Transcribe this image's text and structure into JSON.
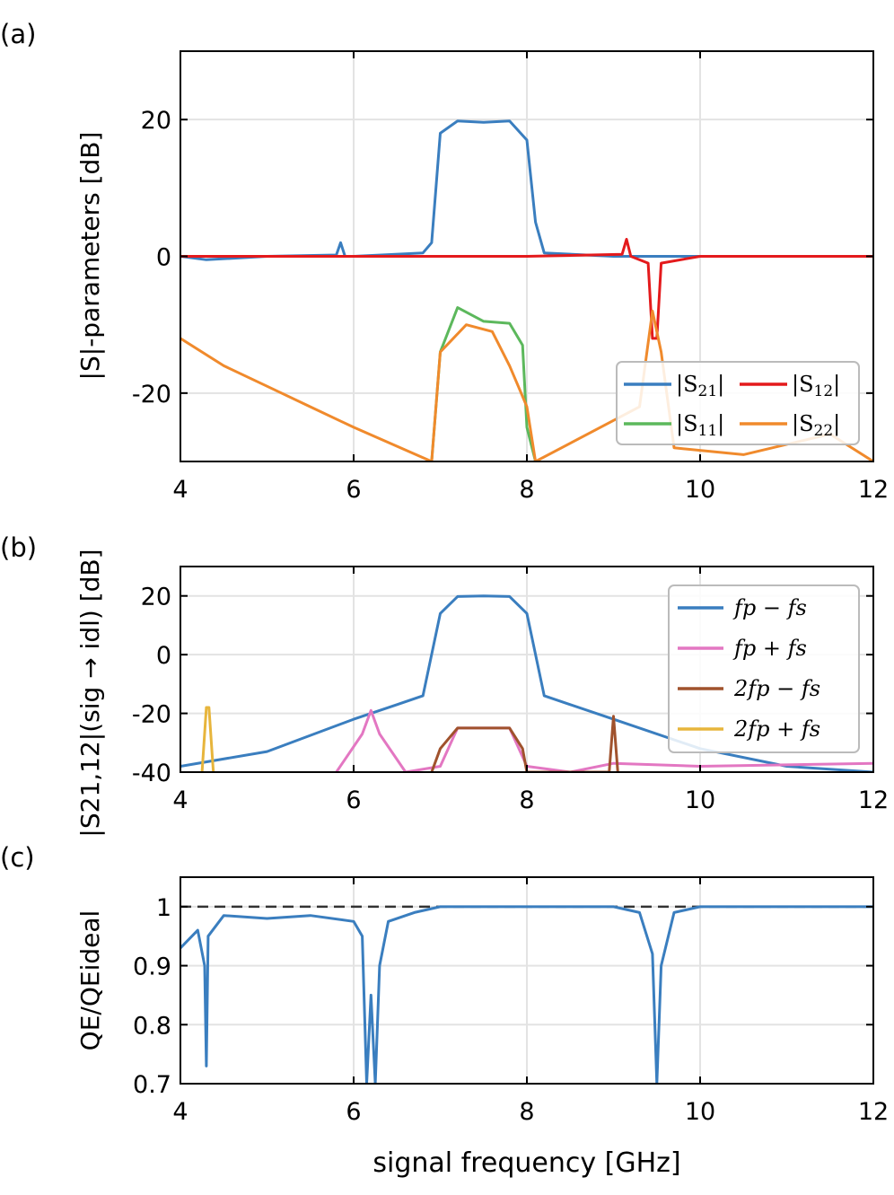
{
  "figure": {
    "panel_labels": [
      "(a)",
      "(b)",
      "(c)"
    ],
    "xlabel": "signal frequency [GHz]"
  },
  "chart_data": [
    {
      "type": "line",
      "panel": "(a)",
      "ylabel": "|S|-parameters [dB]",
      "xlim": [
        4,
        12
      ],
      "ylim": [
        -30,
        30
      ],
      "xticks": [
        "4",
        "6",
        "8",
        "10",
        "12"
      ],
      "yticks": [
        "-20",
        "0",
        "20"
      ],
      "ytick_values": [
        -20,
        0,
        20
      ],
      "grid": true,
      "legend_position": "lower-right",
      "series": [
        {
          "name": "|S21|",
          "color": "#3a7ebf",
          "x": [
            4.0,
            4.3,
            5.0,
            5.8,
            5.85,
            5.9,
            6.0,
            6.8,
            6.9,
            7.0,
            7.2,
            7.5,
            7.8,
            8.0,
            8.1,
            8.2,
            9.0,
            9.5,
            10,
            12
          ],
          "y": [
            0,
            -0.5,
            0,
            0.2,
            2,
            0,
            0,
            0.5,
            2,
            18,
            19.8,
            19.6,
            19.8,
            17,
            5,
            0.5,
            0,
            0,
            0,
            0
          ]
        },
        {
          "name": "|S12|",
          "color": "#e41a1c",
          "x": [
            4.0,
            6.0,
            8.0,
            9.1,
            9.15,
            9.2,
            9.4,
            9.45,
            9.5,
            9.55,
            10,
            12
          ],
          "y": [
            0,
            0,
            0,
            0.3,
            2.5,
            0,
            -1,
            -12,
            -12,
            -1,
            0,
            0
          ]
        },
        {
          "name": "|S11|",
          "color": "#5cb85c",
          "x": [
            6.9,
            7.0,
            7.2,
            7.5,
            7.8,
            7.95,
            8.0,
            8.1
          ],
          "y": [
            -30,
            -14,
            -7.5,
            -9.5,
            -9.8,
            -13,
            -25,
            -30
          ]
        },
        {
          "name": "|S22|",
          "color": "#f08a2c",
          "x": [
            4.0,
            4.5,
            5.0,
            5.5,
            6.0,
            6.9,
            7.0,
            7.3,
            7.6,
            7.8,
            7.9,
            8.0,
            8.1,
            9.3,
            9.45,
            9.55,
            9.7,
            10.5,
            11.5,
            12
          ],
          "y": [
            -12,
            -16,
            -19,
            -22,
            -25,
            -30,
            -14,
            -10,
            -11,
            -16,
            -19,
            -22,
            -30,
            -22,
            -8,
            -14,
            -28,
            -29,
            -26,
            -30
          ]
        }
      ]
    },
    {
      "type": "line",
      "panel": "(b)",
      "ylabel": "|S21,12|(sig → idl) [dB]",
      "xlim": [
        4,
        12
      ],
      "ylim": [
        -40,
        30
      ],
      "xticks": [
        "4",
        "6",
        "8",
        "10",
        "12"
      ],
      "yticks": [
        "-40",
        "-20",
        "0",
        "20"
      ],
      "ytick_values": [
        -40,
        -20,
        0,
        20
      ],
      "grid": true,
      "legend_position": "upper-right",
      "series": [
        {
          "name": "fp − fs",
          "color": "#3a7ebf",
          "x": [
            4.0,
            5.0,
            6.0,
            6.5,
            6.8,
            7.0,
            7.2,
            7.5,
            7.8,
            8.0,
            8.2,
            8.5,
            9.0,
            10.0,
            11.0,
            12.0
          ],
          "y": [
            -38,
            -33,
            -22,
            -17,
            -14,
            14,
            19.8,
            20,
            19.8,
            14,
            -14,
            -17,
            -22,
            -32,
            -38,
            -40
          ]
        },
        {
          "name": "fp + fs",
          "color": "#e377c2",
          "x": [
            5.8,
            6.1,
            6.2,
            6.3,
            6.6,
            7.0,
            7.2,
            7.8,
            8.0,
            8.5,
            9.0,
            10.0,
            12.0
          ],
          "y": [
            -40,
            -27,
            -19,
            -27,
            -40,
            -38,
            -25,
            -25,
            -38,
            -40,
            -37,
            -38,
            -37
          ]
        },
        {
          "name": "2fp − fs",
          "color": "#a0522d",
          "x": [
            6.9,
            7.0,
            7.2,
            7.5,
            7.8,
            7.95,
            8.0,
            8.95,
            9.0,
            9.05
          ],
          "y": [
            -40,
            -32,
            -25,
            -25,
            -25,
            -32,
            -40,
            -40,
            -21,
            -40
          ]
        },
        {
          "name": "2fp + fs",
          "color": "#e7b53c",
          "x": [
            4.25,
            4.3,
            4.33,
            4.38
          ],
          "y": [
            -40,
            -18,
            -18,
            -40
          ]
        }
      ]
    },
    {
      "type": "line",
      "panel": "(c)",
      "ylabel": "QE/QEideal",
      "xlim": [
        4,
        12
      ],
      "ylim": [
        0.7,
        1.05
      ],
      "xticks": [
        "4",
        "6",
        "8",
        "10",
        "12"
      ],
      "yticks": [
        "0.7",
        "0.8",
        "0.9",
        "1"
      ],
      "ytick_values": [
        0.7,
        0.8,
        0.9,
        1.0
      ],
      "grid": true,
      "reference_line": {
        "y": 1.0,
        "style": "dashed",
        "color": "#333333"
      },
      "series": [
        {
          "name": "",
          "color": "#3a7ebf",
          "x": [
            4.0,
            4.2,
            4.28,
            4.3,
            4.32,
            4.5,
            5.0,
            5.5,
            6.0,
            6.1,
            6.15,
            6.2,
            6.25,
            6.3,
            6.4,
            6.7,
            7.0,
            8.0,
            9.0,
            9.3,
            9.45,
            9.5,
            9.55,
            9.7,
            10.0,
            12.0
          ],
          "y": [
            0.93,
            0.96,
            0.9,
            0.73,
            0.95,
            0.985,
            0.98,
            0.985,
            0.975,
            0.95,
            0.7,
            0.85,
            0.7,
            0.9,
            0.975,
            0.99,
            1.0,
            1.0,
            1.0,
            0.99,
            0.92,
            0.7,
            0.9,
            0.99,
            1.0,
            1.0
          ]
        }
      ]
    }
  ],
  "legends": {
    "a": [
      {
        "base": "|S",
        "sub": "21",
        "close": "|",
        "color": "#3a7ebf"
      },
      {
        "base": "|S",
        "sub": "12",
        "close": "|",
        "color": "#e41a1c"
      },
      {
        "base": "|S",
        "sub": "11",
        "close": "|",
        "color": "#5cb85c"
      },
      {
        "base": "|S",
        "sub": "22",
        "close": "|",
        "color": "#f08a2c"
      }
    ],
    "b": [
      {
        "label": "fp − fs",
        "color": "#3a7ebf"
      },
      {
        "label": "fp + fs",
        "color": "#e377c2"
      },
      {
        "label": "2fp − fs",
        "color": "#a0522d"
      },
      {
        "label": "2fp + fs",
        "color": "#e7b53c"
      }
    ]
  }
}
